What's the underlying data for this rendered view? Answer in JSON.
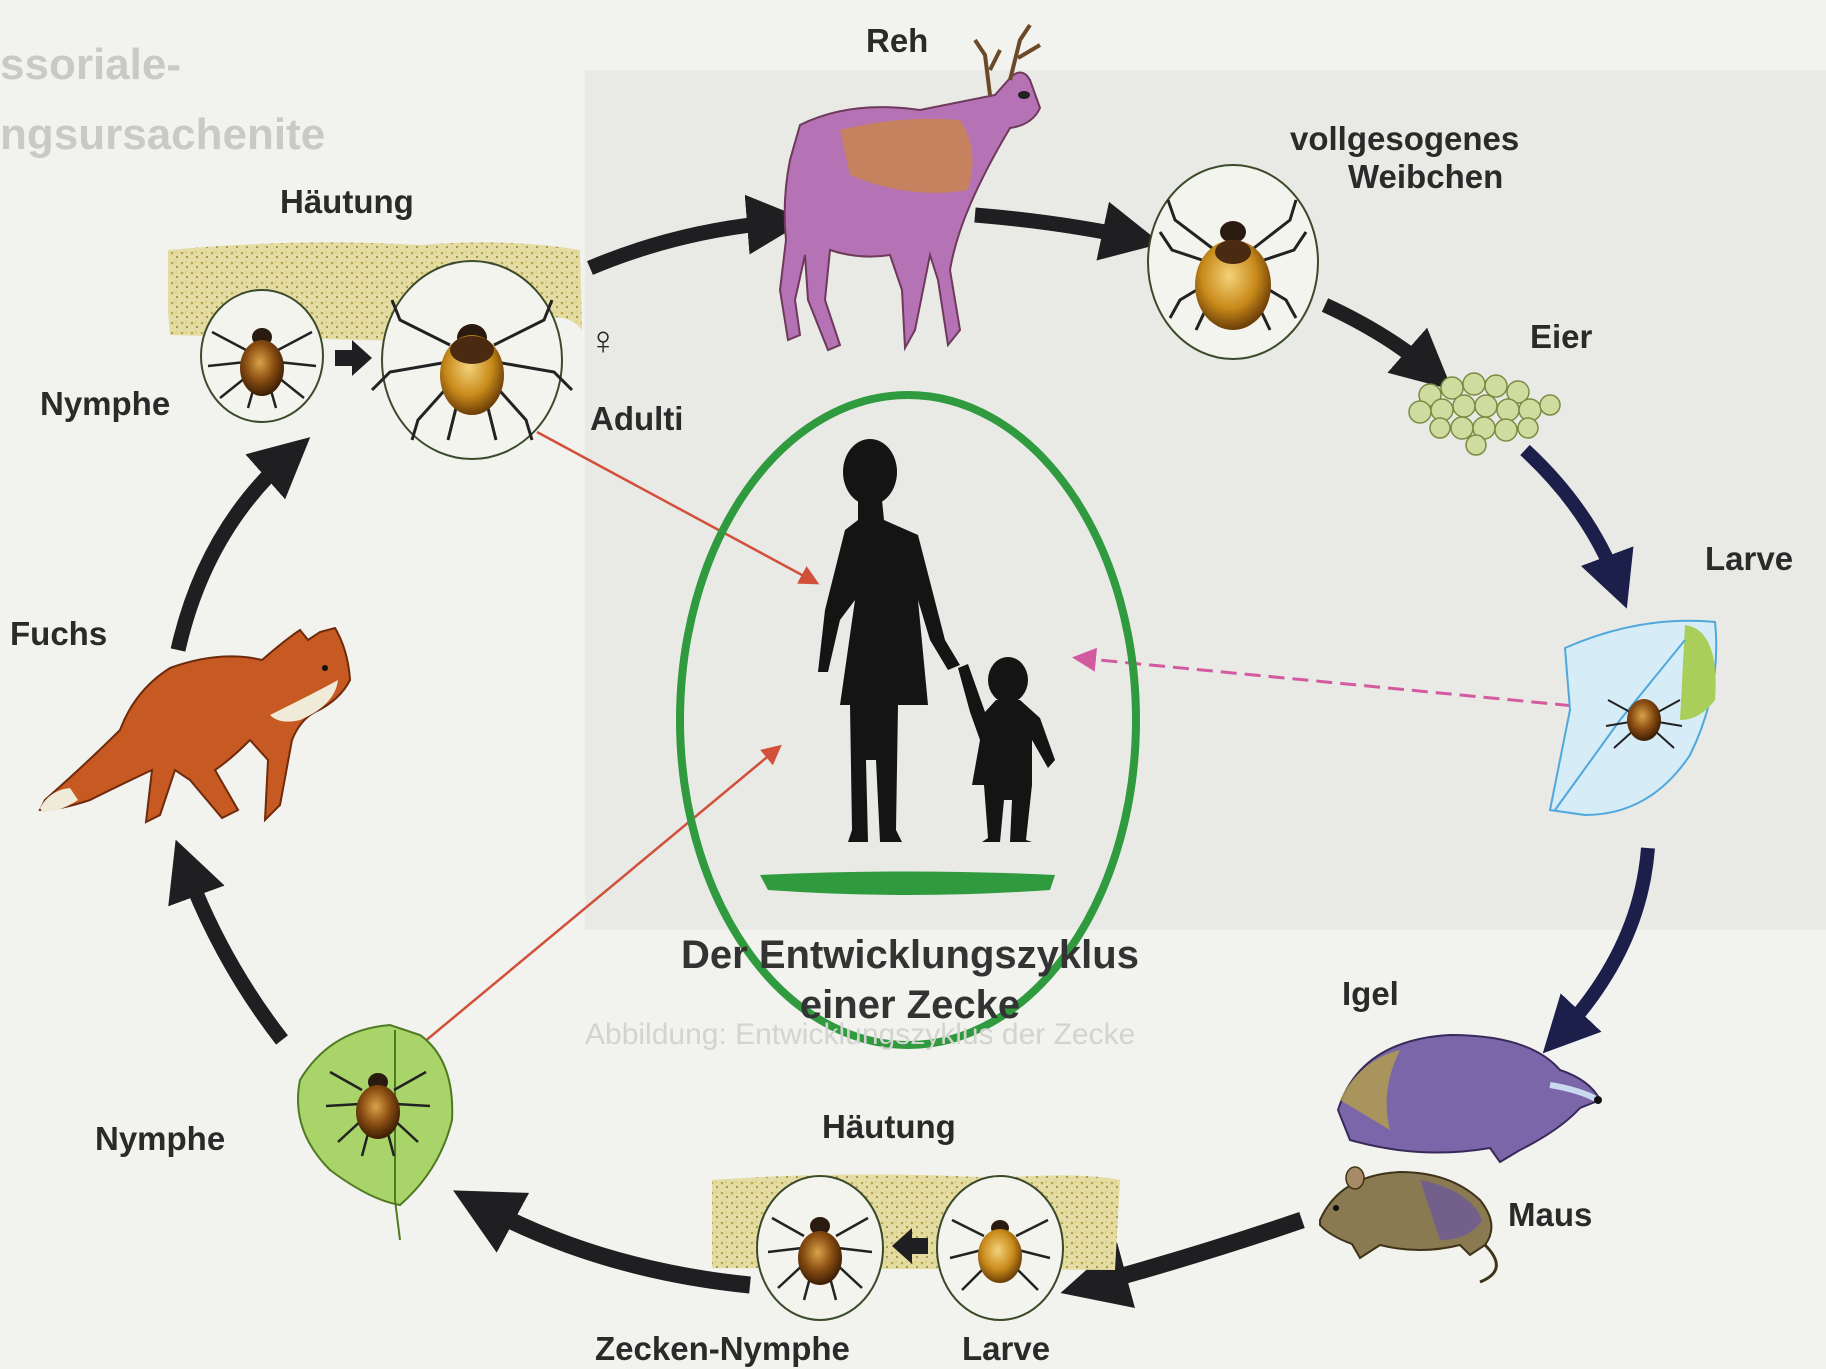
{
  "title": {
    "line1": "Der Entwicklungszyklus",
    "line2": "einer Zecke"
  },
  "labels": {
    "reh": "Reh",
    "weibchen_line1": "vollgesogenes",
    "weibchen_line2": "Weibchen",
    "eier": "Eier",
    "larve_right": "Larve",
    "igel": "Igel",
    "maus": "Maus",
    "haeutung_bottom": "Häutung",
    "zecken_nymphe": "Zecken-Nymphe",
    "larve_bottom": "Larve",
    "nymphe_left": "Nymphe",
    "fuchs": "Fuchs",
    "nymphe_top": "Nymphe",
    "haeutung_top": "Häutung",
    "female_symbol": "♀",
    "adulti": "Adulti"
  },
  "colors": {
    "arrow_dark": "#1f1f22",
    "arrow_navy": "#1c1f4a",
    "human_circle": "#2f9a3e",
    "human_silhouette": "#141414",
    "infection_line": "#d2503a",
    "larva_dash": "#d45aa0",
    "tick_body": "#c88a1a",
    "soil": "#d9cf8a"
  }
}
